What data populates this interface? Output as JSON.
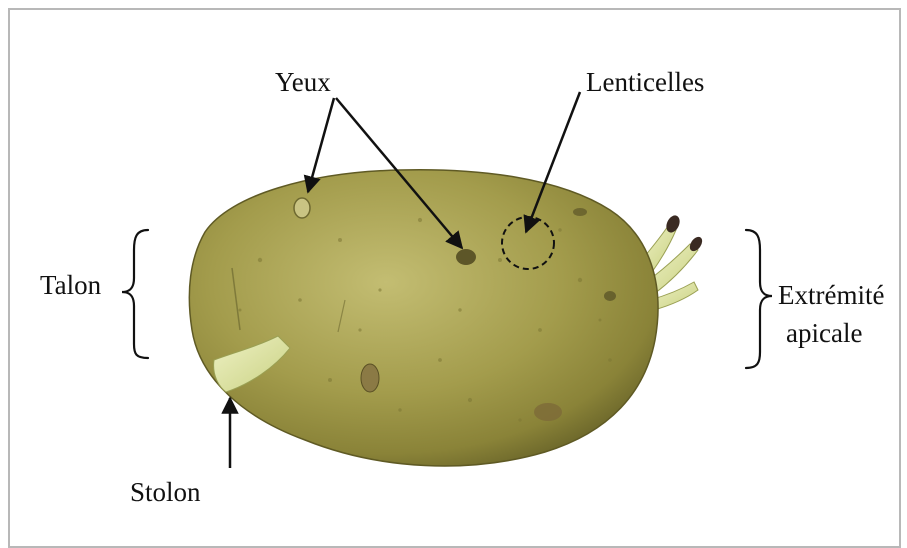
{
  "labels": {
    "yeux": "Yeux",
    "lenticelles": "Lenticelles",
    "talon": "Talon",
    "extremite": "Extrémité",
    "apicale": "apicale",
    "stolon": "Stolon"
  },
  "colors": {
    "tuber_light": "#b9b265",
    "tuber_mid": "#9a9345",
    "tuber_dark": "#6f6a2e",
    "sprout": "#d8de9a",
    "sprout_tip": "#3a2a22",
    "annotation": "#111111"
  }
}
